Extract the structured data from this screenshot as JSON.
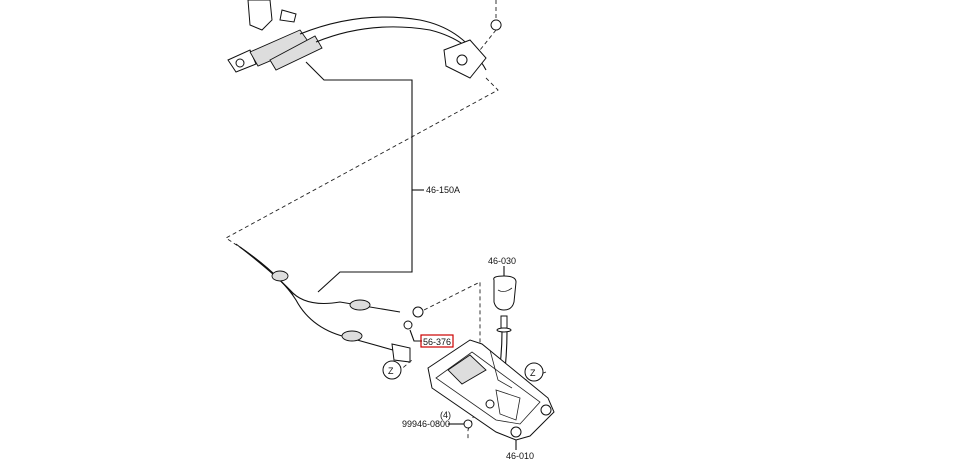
{
  "diagram": {
    "labels": {
      "cable": "46-150A",
      "knob": "46-030",
      "nut": "56-376",
      "zone_left": "Z",
      "zone_right": "Z",
      "bolt_qty": "(4)",
      "bolt": "99946-0800",
      "shifter_base": "46-010"
    },
    "highlight_color": "#cc0000"
  }
}
